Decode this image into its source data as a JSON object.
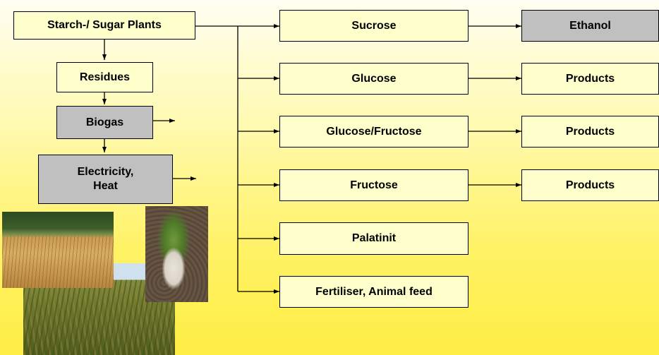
{
  "nodes": {
    "source": "Starch-/ Sugar Plants",
    "residues": "Residues",
    "biogas": "Biogas",
    "electricity_line1": "Electricity,",
    "electricity_line2": "Heat",
    "sucrose": "Sucrose",
    "glucose": "Glucose",
    "glucose_fructose": "Glucose/Fructose",
    "fructose": "Fructose",
    "palatinit": "Palatinit",
    "fertiliser": "Fertiliser, Animal feed",
    "ethanol": "Ethanol",
    "products_1": "Products",
    "products_2": "Products",
    "products_3": "Products"
  },
  "colors": {
    "box_fill": "#ffffcc",
    "box_highlight": "#c0c0c0",
    "background_top": "#fffef2",
    "background_bottom": "#ffee44"
  },
  "photos": [
    "wheat-field-photo",
    "sugar-beet-photo",
    "corn-field-photo"
  ]
}
